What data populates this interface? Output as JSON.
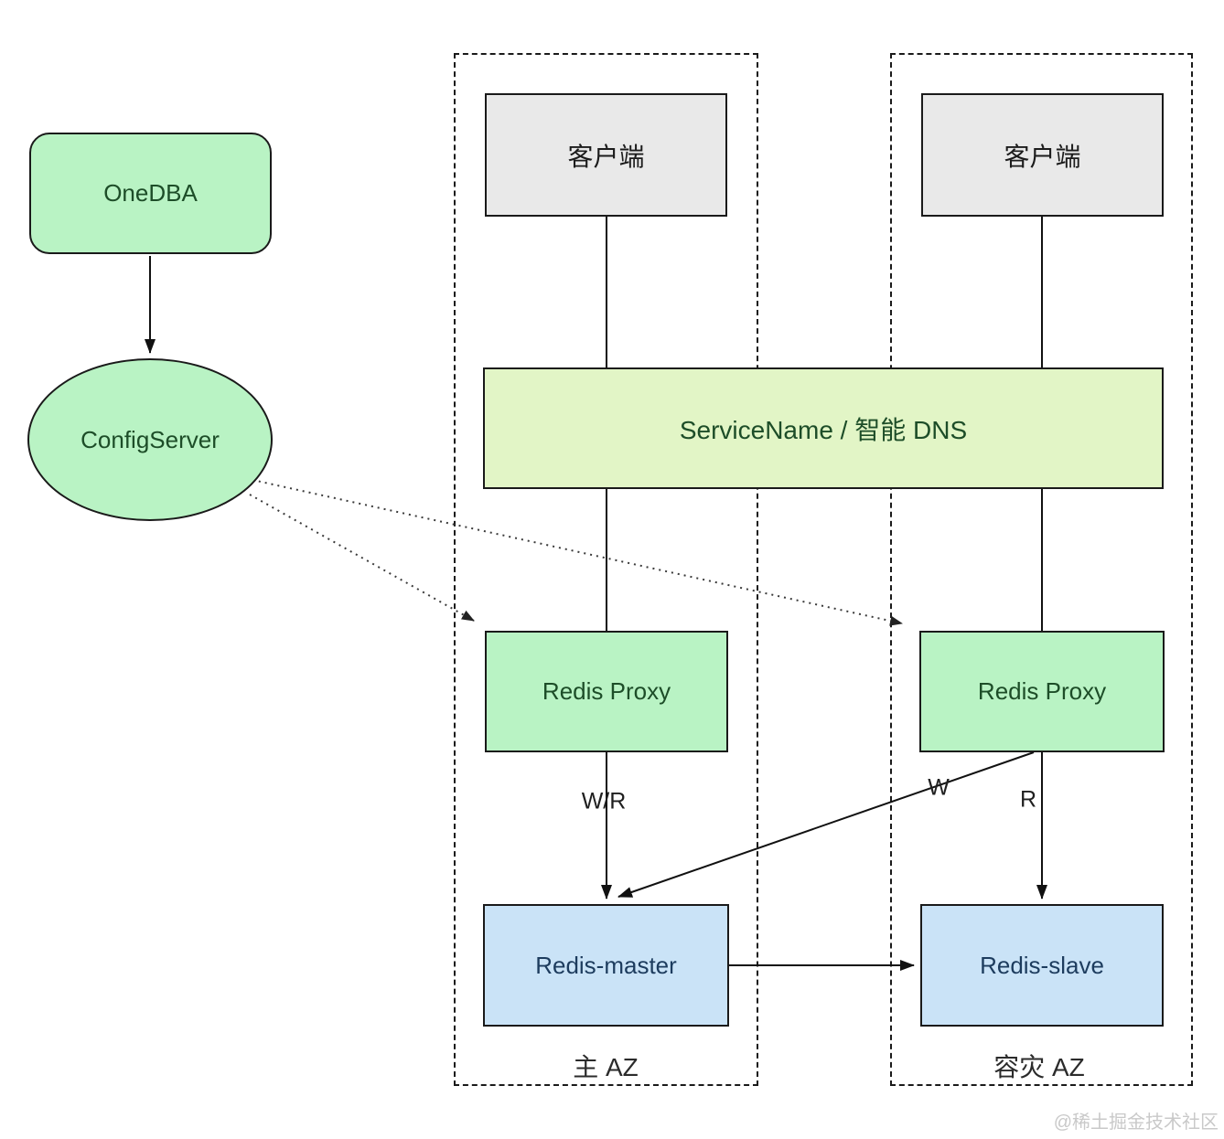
{
  "colors": {
    "green": "#b9f3c4",
    "dns": "#e2f5c6",
    "blue": "#cae3f7",
    "gray": "#e9e9e9",
    "border": "#1a1a1a",
    "text-green": "#1d4d28",
    "text-blue": "#1d3c5e",
    "watermark": "#c9c9c9"
  },
  "nodes": {
    "onedba": "OneDBA",
    "configserver": "ConfigServer",
    "dns": "ServiceName / 智能 DNS"
  },
  "zones": [
    {
      "client": "客户端",
      "proxy": "Redis Proxy",
      "store": "Redis-master",
      "az_label": "主 AZ"
    },
    {
      "client": "客户端",
      "proxy": "Redis Proxy",
      "store": "Redis-slave",
      "az_label": "容灾 AZ"
    }
  ],
  "edge_labels": {
    "write_read": "W/R",
    "write": "W",
    "read": "R"
  },
  "watermark": "@稀土掘金技术社区"
}
